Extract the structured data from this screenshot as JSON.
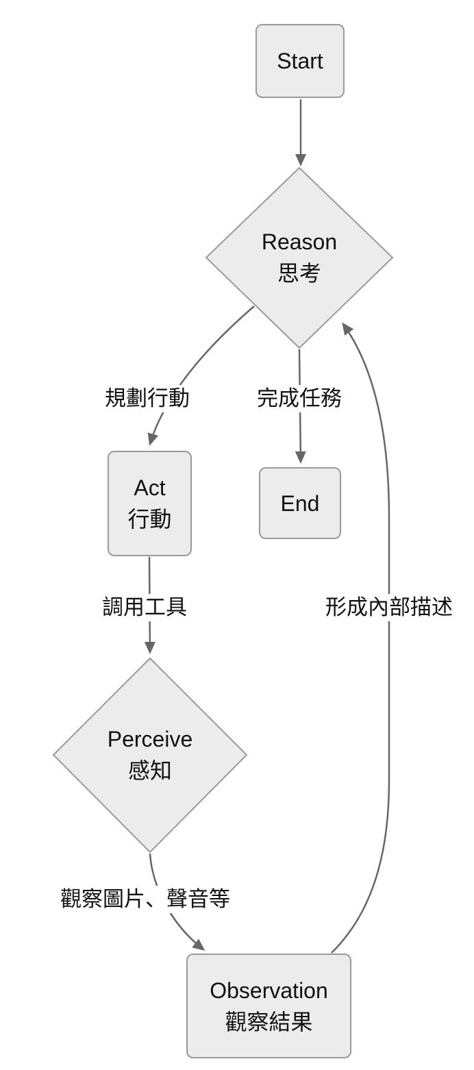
{
  "diagram": {
    "type": "flowchart",
    "background": "#ffffff",
    "colors": {
      "node_fill": "#ececec",
      "node_border": "#999999",
      "edge_stroke": "#666666",
      "text": "#111111",
      "edge_label_background": "#ffffff"
    },
    "nodes": [
      {
        "id": "start",
        "shape": "rounded-rect",
        "lines": [
          "Start"
        ]
      },
      {
        "id": "reason",
        "shape": "diamond",
        "lines": [
          "Reason",
          "思考"
        ]
      },
      {
        "id": "act",
        "shape": "rounded-rect",
        "lines": [
          "Act",
          "行動"
        ]
      },
      {
        "id": "end",
        "shape": "rounded-rect",
        "lines": [
          "End"
        ]
      },
      {
        "id": "perceive",
        "shape": "diamond",
        "lines": [
          "Perceive",
          "感知"
        ]
      },
      {
        "id": "observation",
        "shape": "rounded-rect",
        "lines": [
          "Observation",
          "觀察結果"
        ]
      }
    ],
    "edges": [
      {
        "from": "start",
        "to": "reason",
        "label": ""
      },
      {
        "from": "reason",
        "to": "act",
        "label": "規劃行動"
      },
      {
        "from": "reason",
        "to": "end",
        "label": "完成任務"
      },
      {
        "from": "act",
        "to": "perceive",
        "label": "調用工具"
      },
      {
        "from": "perceive",
        "to": "observation",
        "label": "觀察圖片、聲音等"
      },
      {
        "from": "observation",
        "to": "reason",
        "label": "形成內部描述"
      }
    ]
  }
}
